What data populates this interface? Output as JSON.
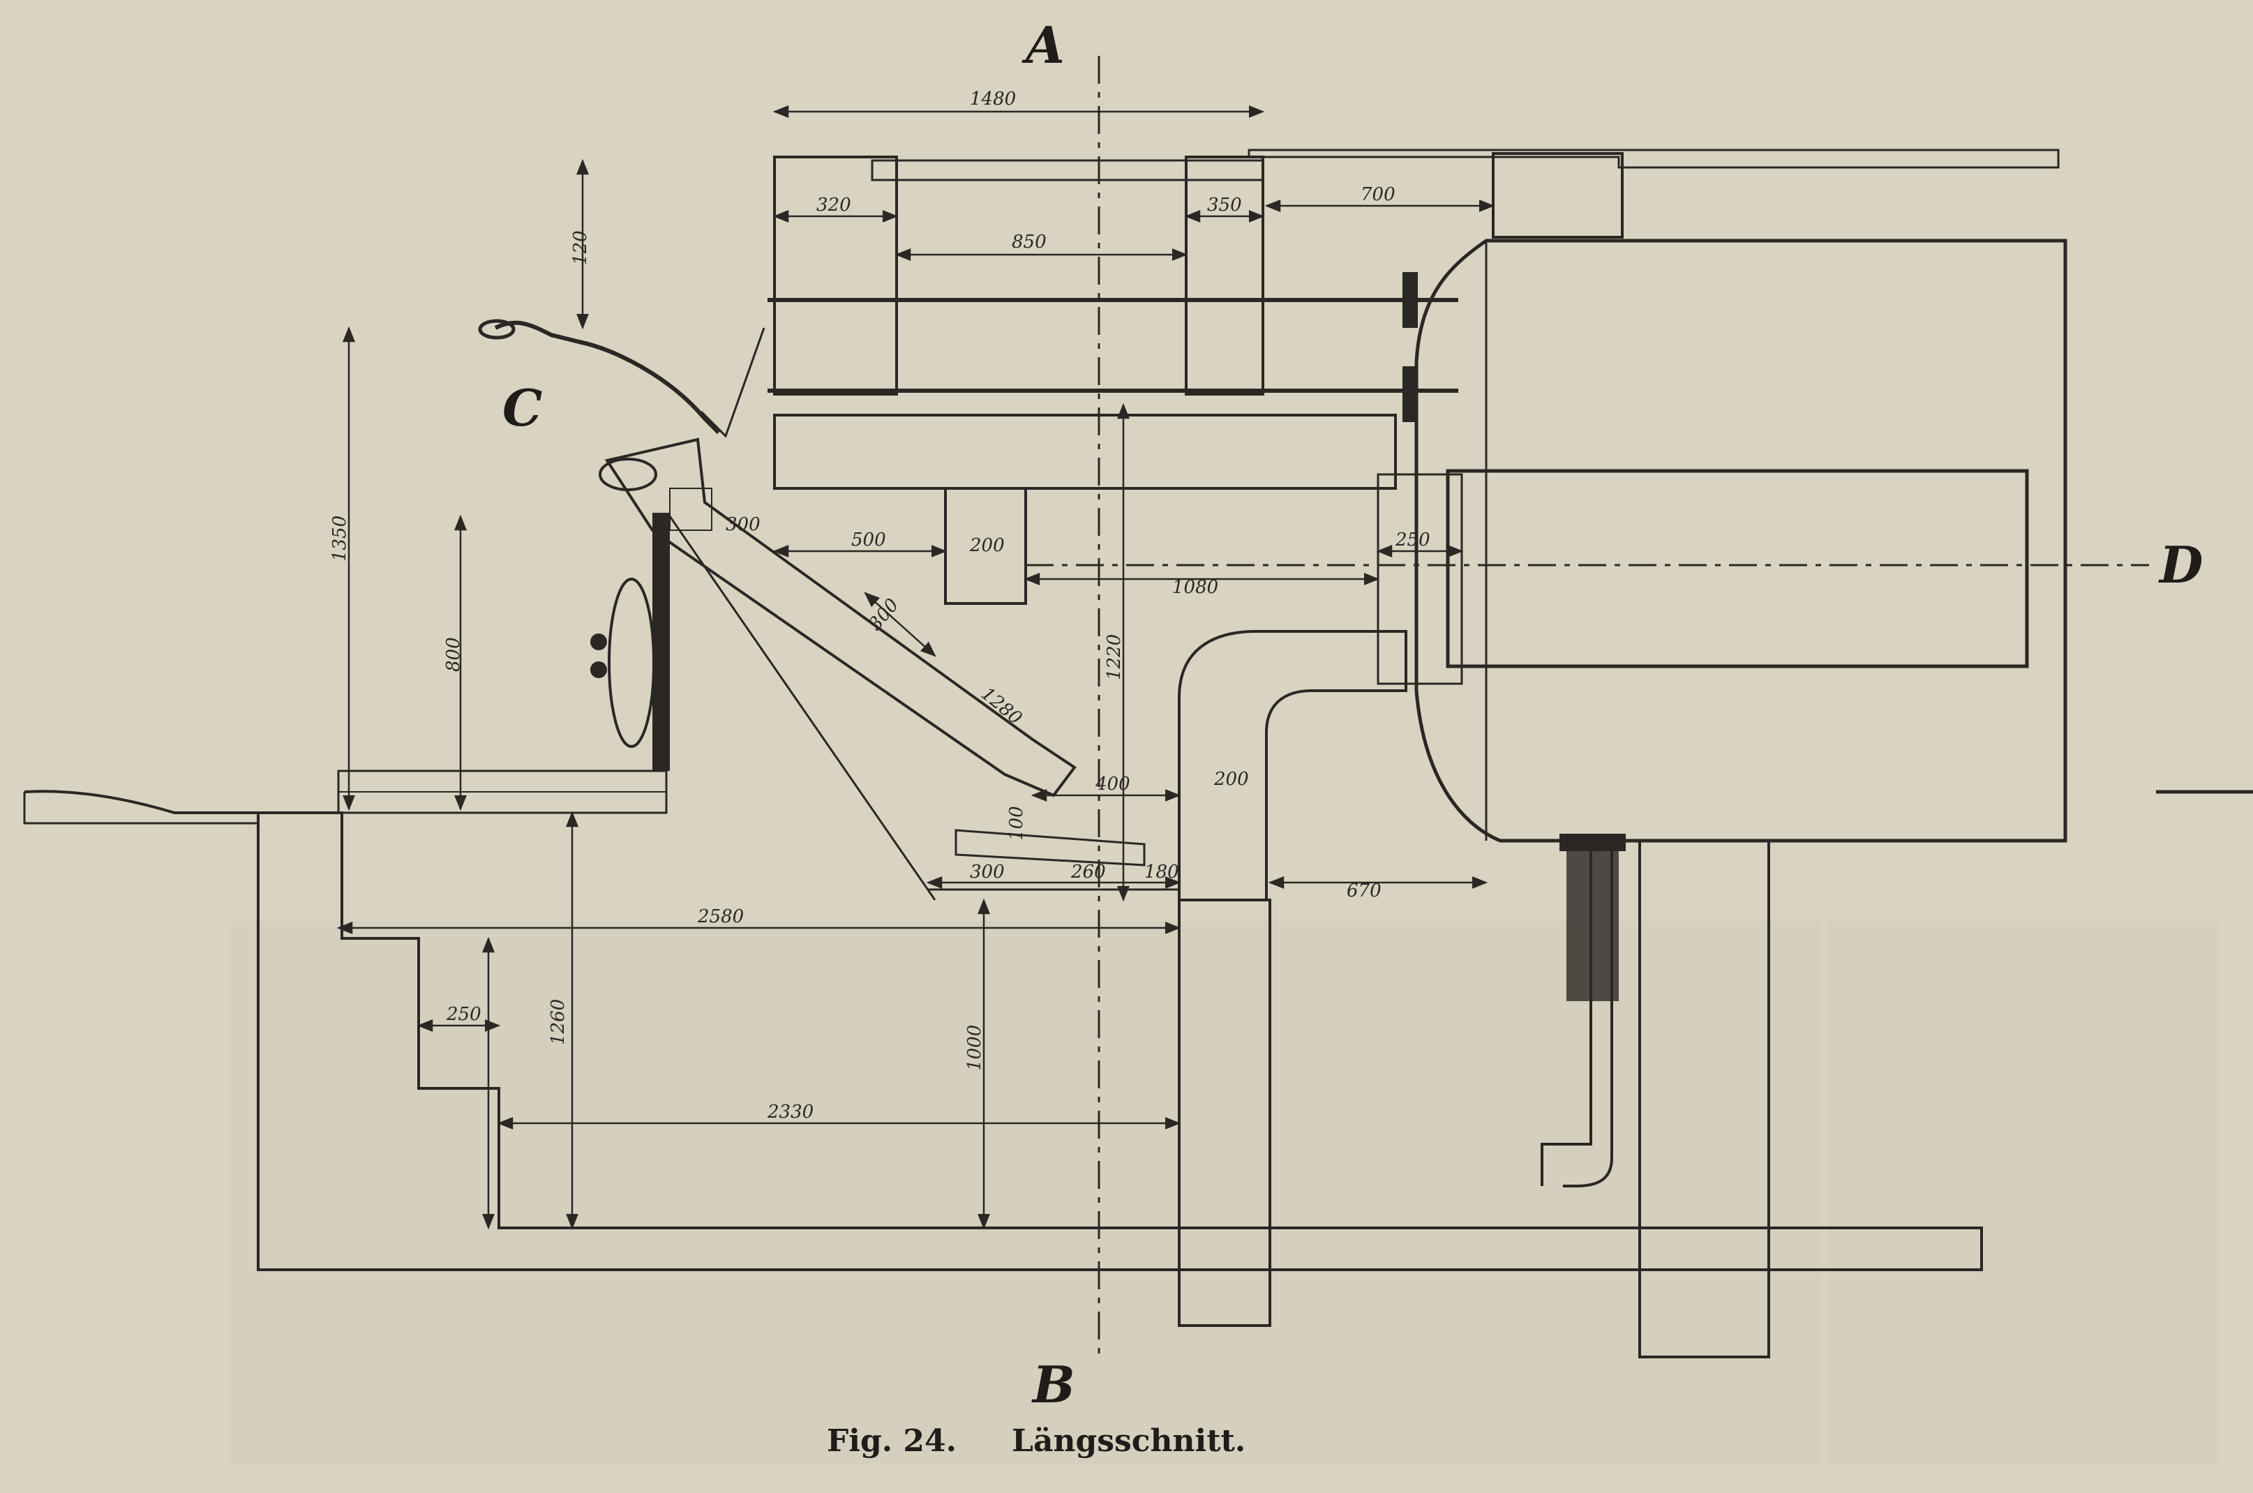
{
  "figure": {
    "caption_number": "Fig. 24.",
    "caption_title": "Längsschnitt."
  },
  "labels": {
    "section_a": "A",
    "section_b": "B",
    "point_c": "C",
    "point_d": "D"
  },
  "dimensions": {
    "d1480": "1480",
    "d320": "320",
    "d850": "850",
    "d350": "350",
    "d700": "700",
    "d120": "120",
    "d1350": "1350",
    "d800": "800",
    "d300a": "300",
    "d500": "500",
    "d200a": "200",
    "d1080": "1080",
    "d250a": "250",
    "d300b": "300",
    "d1280": "1280",
    "d1220": "1220",
    "d400": "400",
    "d200b": "200",
    "d100": "100",
    "d300c": "300",
    "d260": "260",
    "d180": "180",
    "d670": "670",
    "d2580": "2580",
    "d250b": "250",
    "d1260": "1260",
    "d1000": "1000",
    "d2330": "2330"
  }
}
